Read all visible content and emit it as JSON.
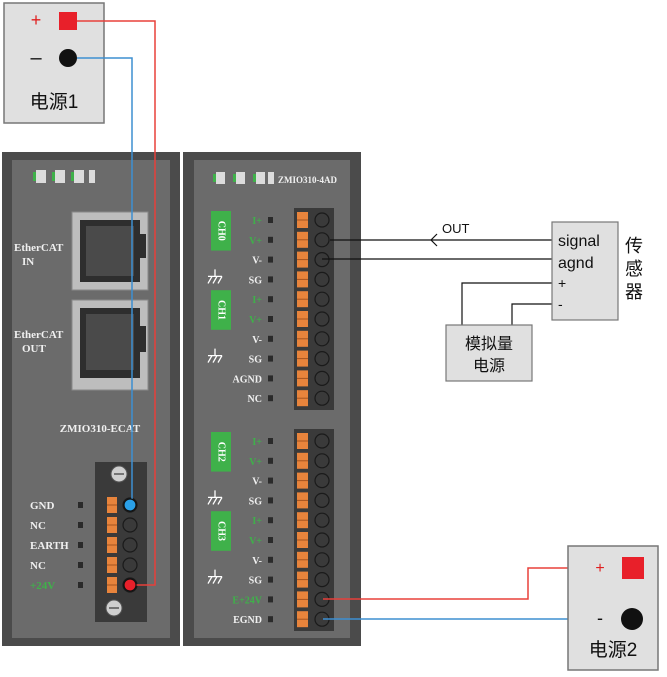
{
  "psu1": {
    "plus": "+",
    "minus": "–",
    "name": "电源1"
  },
  "psu2": {
    "plus": "+",
    "minus": "-",
    "name": "电源2"
  },
  "ecat": {
    "port_in": "EtherCAT IN",
    "port_out": "EtherCAT OUT",
    "model": "ZMIO310-ECAT",
    "pins": [
      "GND",
      "NC",
      "EARTH",
      "NC",
      "+24V"
    ]
  },
  "ad": {
    "model": "ZMIO310-4AD",
    "block_a": {
      "channels": [
        "CH0",
        "CH1"
      ],
      "ch_rows": [
        "I+",
        "V+",
        "V-",
        "SG"
      ],
      "tail": [
        "AGND",
        "NC"
      ]
    },
    "block_b": {
      "channels": [
        "CH2",
        "CH3"
      ],
      "ch_rows": [
        "I+",
        "V+",
        "V-",
        "SG"
      ],
      "tail": [
        "E+24V",
        "EGND"
      ]
    }
  },
  "sensor": {
    "name": "传感器",
    "pins": [
      "signal",
      "agnd",
      "+",
      "-"
    ],
    "out_label": "OUT"
  },
  "analog_psu": {
    "line1": "模拟量",
    "line2": "电源"
  },
  "colors": {
    "red_wire": "#e8403a",
    "blue_wire": "#3d8fd1",
    "module_bg": "#4b4b4b",
    "module_panel": "#6a6a6a",
    "terminal_orange": "#e8843c",
    "channel_green": "#3fb14a",
    "psu_box": "#e0e0e0"
  }
}
